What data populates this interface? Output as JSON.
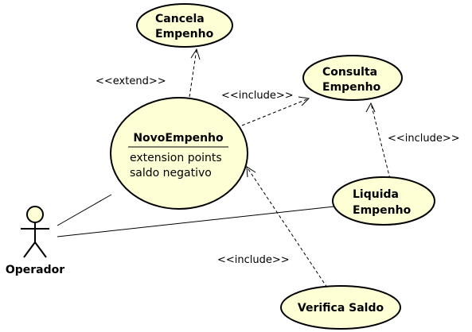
{
  "actor": {
    "name": "Operador"
  },
  "use_cases": {
    "cancela": {
      "line1": "Cancela",
      "line2": "Empenho"
    },
    "consulta": {
      "line1": "Consulta",
      "line2": "Empenho"
    },
    "novo": {
      "name": "NovoEmpenho",
      "compartment_title": "extension points",
      "extension_point": "saldo negativo"
    },
    "liquida": {
      "line1": "Liquida",
      "line2": "Empenho"
    },
    "verifica": {
      "name": "Verifica Saldo"
    }
  },
  "relationships": {
    "extend_label": "<<extend>>",
    "include_consulta_from_novo": "<<include>>",
    "include_consulta_from_liquida": "<<include>>",
    "include_novo_from_verifica": "<<include>>"
  }
}
